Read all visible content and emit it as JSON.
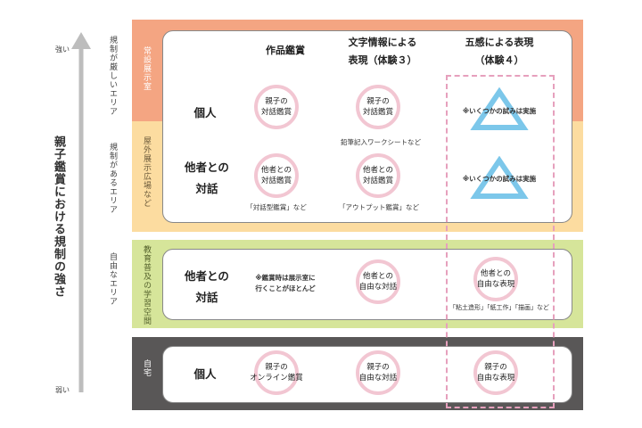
{
  "axis": {
    "strong": "強い",
    "weak": "弱い",
    "title": "親子鑑賞における規制の強さ",
    "zones": [
      "規制が厳しいエリア",
      "規制があるエリア",
      "自由なエリア"
    ]
  },
  "columns": [
    "作品鑑賞",
    "文字情報による",
    "表現（体験３）",
    "五感による表現",
    "（体験４）"
  ],
  "bands": [
    "常設展示室",
    "屋外展示広場など",
    "教育普及の学習空間",
    "自宅"
  ],
  "rows": {
    "kojin": "個人",
    "tasha1": "他者との",
    "tasha2": "対話"
  },
  "cells": {
    "r1c1": [
      "親子の",
      "対話鑑賞"
    ],
    "r1c2": [
      "親子の",
      "対話鑑賞"
    ],
    "r2c1": [
      "他者との",
      "対話鑑賞"
    ],
    "r2c2": [
      "他者との",
      "対話鑑賞"
    ],
    "r3c2": [
      "他者との",
      "自由な対話"
    ],
    "r3c3": [
      "他者との",
      "自由な表現"
    ],
    "r4c1": [
      "親子の",
      "オンライン鑑賞"
    ],
    "r4c2": [
      "親子の",
      "自由な対話"
    ],
    "r4c3": [
      "親子の",
      "自由な表現"
    ]
  },
  "notes": {
    "worksheet": "鉛筆記入ワークシートなど",
    "dialogue_type": "「対話型鑑賞」など",
    "output": "「アウトプット鑑賞」など",
    "partial1": "※いくつかの試みは実施",
    "partial2": "※いくつかの試みは実施",
    "edu1": "※鑑賞時は展示室に",
    "edu2": "行くことがほとんど",
    "crafts": "「粘土造形」「紙工作」「描画」など"
  },
  "colors": {
    "orange": "#f4a582",
    "yellow": "#fcdca0",
    "green": "#d6e59a",
    "gray": "#595757",
    "circle_pink": "#f2c6d2",
    "triangle_blue": "#7cc7ea",
    "dashed_pink": "#e6a0bd"
  }
}
